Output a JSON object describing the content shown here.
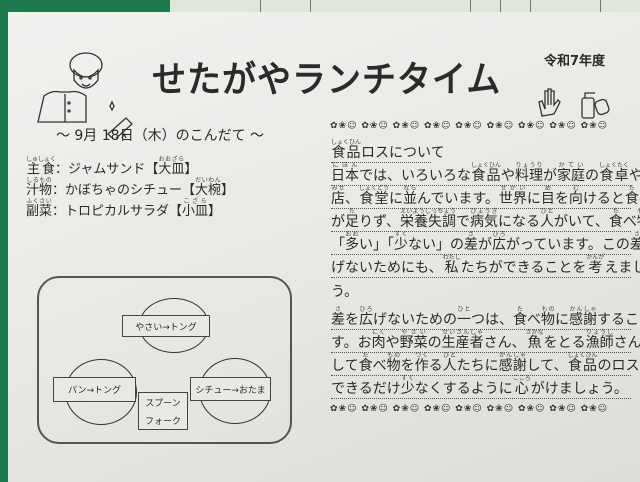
{
  "header": {
    "title": "せたがやランチタイム",
    "year": "令和7年度"
  },
  "menu": {
    "date": "～ 9月 18日（木）のこんだて ～",
    "items": [
      {
        "cat": "[主食|しゅしょく]",
        "dish": "：ジャムサンド【[大皿|おおざら]】"
      },
      {
        "cat": "[汁物|しるもの]",
        "dish": "：かぼちゃのシチュー【[大椀|だいわん]】"
      },
      {
        "cat": "[副菜|ふくさい]",
        "dish": "：トロピカルサラダ【[小皿|こざら]】"
      }
    ]
  },
  "diagram": {
    "top": "やさい→トング",
    "left": "パン→トング",
    "right": "シチュー→おたま",
    "center": [
      "スプーン",
      "フォーク"
    ]
  },
  "article": {
    "heading": "[食品|しょくひん]ロスについて",
    "lines": [
      "[日本|にほん]では、いろいろな[食品|しょくひん]や[料理|りょうり]が[家庭|かてい]の[食卓|しょくたく]やお",
      "[店|みせ]、[食堂|しょくどう]に[並|なら]んでいます。[世界|せかい]に[目|め]を[向|む]けると[食|た]べ[物|もの]",
      "が[足|た]りず、[栄養失調|えいようしっちょう]で[病気|びょうき]になる[人|ひと]がいて、[食|た]べ[物|もの]の",
      "「[多|おお]い」「[少|すく]ない」の[差|さ]が[広|ひろ]がっています。この[差|さ]を[広|ひろ]",
      "げないためにも、[私|わたし]たちができることを[考|かんが]えましょ",
      "う。",
      "[差|さ]を[広|ひろ]げないための[一|ひと]つは、[食|た]べ[物|もの]に[感謝|かんしゃ]することで",
      "す。お[肉|にく]や[野菜|やさい]の[生産者|せいさんしゃ]さん、[魚|さかな]をとる[漁師|りょうし]さん、そ",
      "して[食|た]べ[物|もの]を[作|つく]る[人|ひと]たちに[感謝|かんしゃ]して、[食品|しょくひん]のロスを",
      "できるだけ[少|すく]なくするように[心|こころ]がけましょう。"
    ]
  }
}
